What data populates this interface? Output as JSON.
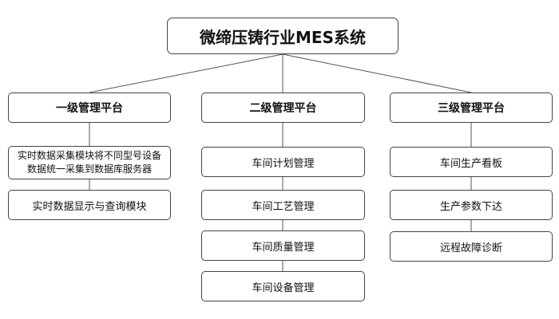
{
  "root": {
    "title": "微缔压铸行业MES系统"
  },
  "levels": [
    {
      "title": "一级管理平台",
      "items": [
        "实时数据采集模块将不同型号设备数据统一采集到数据库服务器",
        "实时数据显示与查询模块"
      ]
    },
    {
      "title": "二级管理平台",
      "items": [
        "车间计划管理",
        "车间工艺管理",
        "车间质量管理",
        "车间设备管理"
      ]
    },
    {
      "title": "三级管理平台",
      "items": [
        "车间生产看板",
        "生产参数下达",
        "远程故障诊断"
      ]
    }
  ]
}
